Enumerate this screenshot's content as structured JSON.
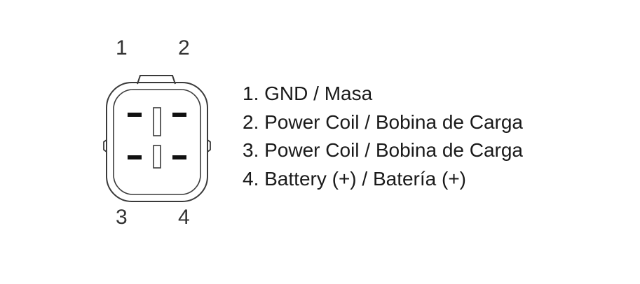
{
  "pin_numbers": [
    "1",
    "2",
    "3",
    "4"
  ],
  "legend": [
    "1. GND / Masa",
    "2. Power Coil / Bobina de Carga",
    "3. Power Coil / Bobina de Carga",
    "4. Battery (+) / Batería (+)"
  ],
  "colors": {
    "outline": "#3a3a3a",
    "pin": "#111111",
    "text": "#1a1a1a"
  }
}
